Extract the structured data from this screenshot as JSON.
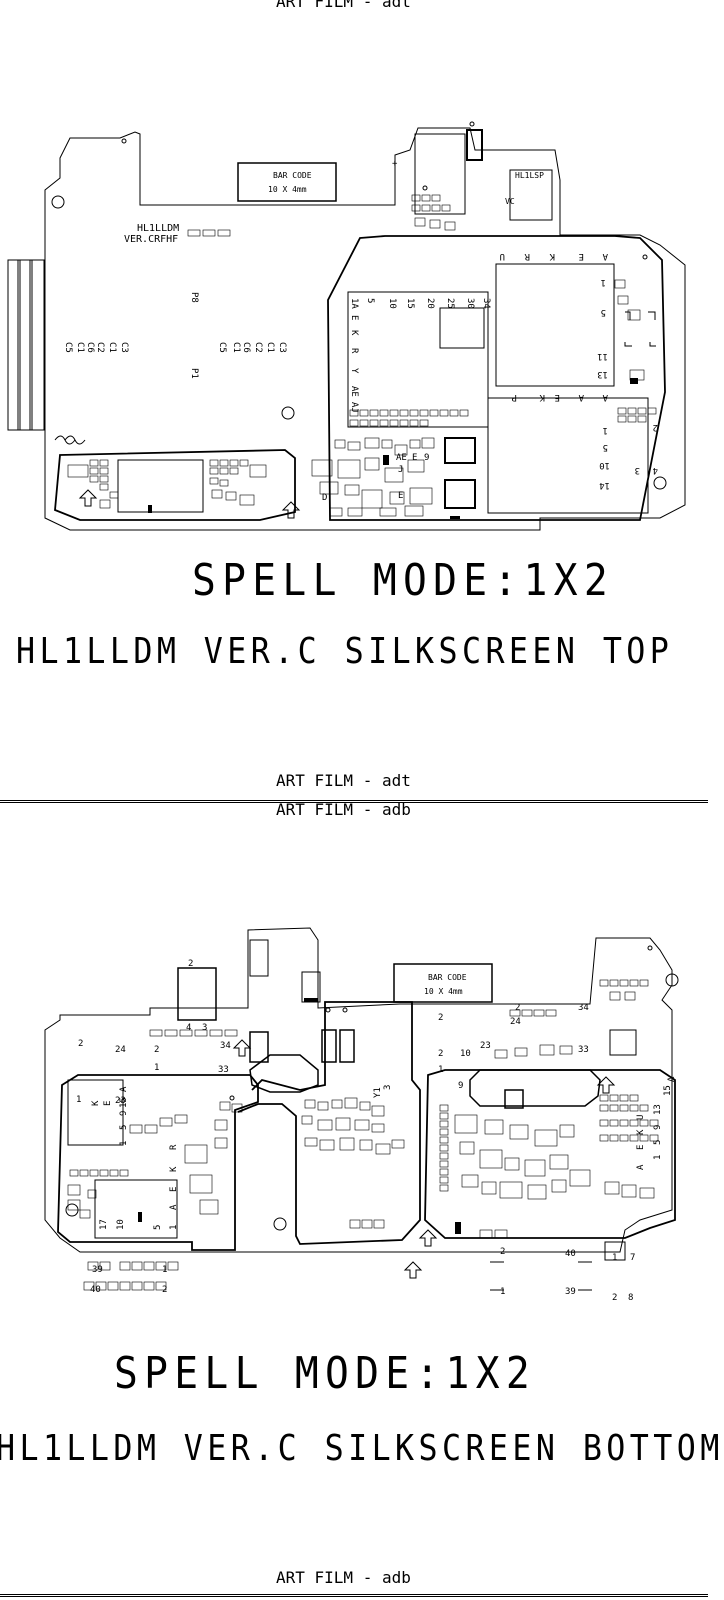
{
  "panels": [
    {
      "top_label": "ART FILM - adt",
      "barcode": {
        "title": "BAR CODE",
        "size": "10 X 4mm"
      },
      "board_marks": [
        "HL1LLDM",
        "VER.CRFHF",
        "HL1LSP",
        "VC",
        "P8",
        "P1",
        "C5",
        "C1",
        "C6",
        "C2",
        "C3"
      ],
      "spell_mode": "SPELL MODE:1X2",
      "silkscreen": "HL1LLDM VER.C SILKSCREEN TOP",
      "bottom_label": "ART FILM - adt"
    },
    {
      "top_label": "ART FILM - adb",
      "barcode": {
        "title": "BAR CODE",
        "size": "10 X 4mm"
      },
      "spell_mode": "SPELL MODE:1X2",
      "silkscreen": "HL1LLDM VER.C SILKSCREEN BOTTOM",
      "bottom_label": "ART FILM - adb"
    }
  ]
}
